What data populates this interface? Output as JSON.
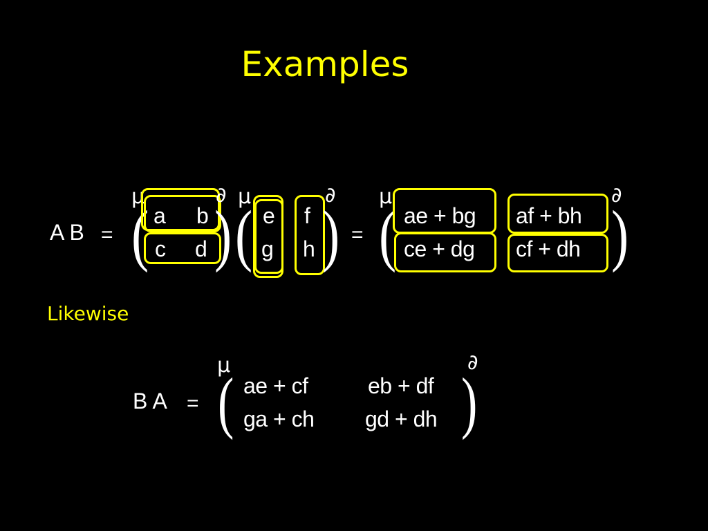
{
  "slide": {
    "title": "Examples",
    "likewise": "Likewise",
    "accent_color": "#ffff00",
    "background_color": "#000000"
  },
  "eq1": {
    "lhs": "A B",
    "equals": "=",
    "matrix_a": [
      [
        "a",
        "b"
      ],
      [
        "c",
        "d"
      ]
    ],
    "matrix_b": [
      [
        "e",
        "f"
      ],
      [
        "g",
        "h"
      ]
    ],
    "result": [
      [
        "ae + bg",
        "af  + bh"
      ],
      [
        "ce + dg",
        "cf  + dh"
      ]
    ],
    "open_symbol": "µ",
    "close_symbol": "∂",
    "open_paren": "(",
    "close_paren": ")"
  },
  "eq2": {
    "lhs": "B A",
    "equals": "=",
    "result": [
      [
        "ae +  cf",
        "eb +  df"
      ],
      [
        "ga +  ch",
        "gd +  dh"
      ]
    ],
    "open_symbol": "µ",
    "close_symbol": "∂",
    "open_paren": "(",
    "close_paren": ")"
  }
}
